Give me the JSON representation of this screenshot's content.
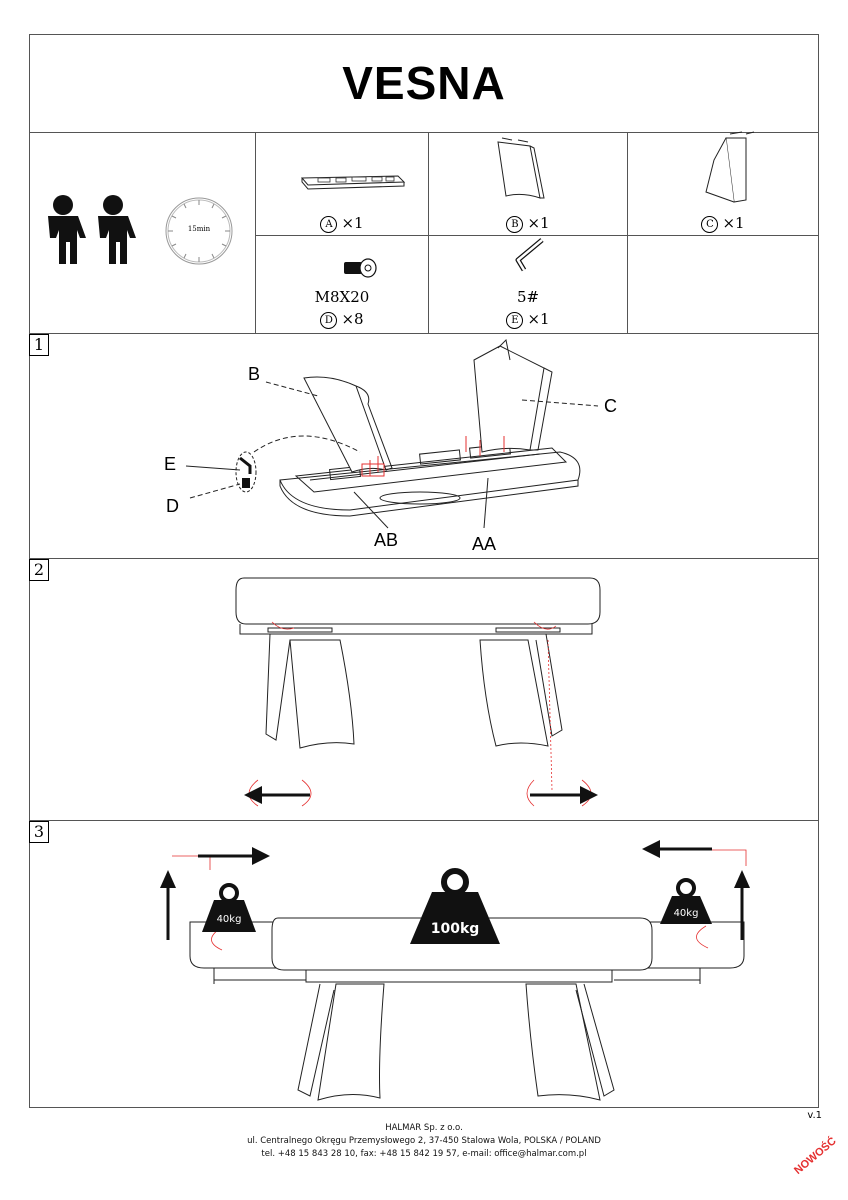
{
  "title": "VESNA",
  "people": {
    "icon": "two-persons-icon",
    "time": "15min",
    "time_icon": "clock-icon"
  },
  "parts": [
    {
      "label": "A",
      "qty": "×1",
      "icon": "frame-a-icon"
    },
    {
      "label": "B",
      "qty": "×1",
      "icon": "leg-b-icon"
    },
    {
      "label": "C",
      "qty": "×1",
      "icon": "leg-c-icon"
    },
    {
      "label": "D",
      "qty": "×8",
      "spec": "M8X20",
      "icon": "bolt-icon"
    },
    {
      "label": "E",
      "qty": "×1",
      "spec": "5#",
      "icon": "allen-key-icon"
    }
  ],
  "steps": [
    {
      "number": "1",
      "labels": {
        "b": "B",
        "c": "C",
        "e": "E",
        "d": "D",
        "ab": "AB",
        "aa": "AA"
      }
    },
    {
      "number": "2"
    },
    {
      "number": "3",
      "weights": [
        "40kg",
        "100kg",
        "40kg"
      ]
    }
  ],
  "footer": {
    "company": "HALMAR Sp. z o.o.",
    "address": "ul. Centralnego Okręgu Przemysłowego 2, 37-450 Stalowa Wola, POLSKA / POLAND",
    "contact": "tel. +48 15 843 28 10, fax: +48 15 842 19 57, e-mail: office@halmar.com.pl"
  },
  "version": "v.1",
  "badge": "NOWOŚĆ",
  "colors": {
    "accent": "#e53030",
    "line": "#555555"
  }
}
